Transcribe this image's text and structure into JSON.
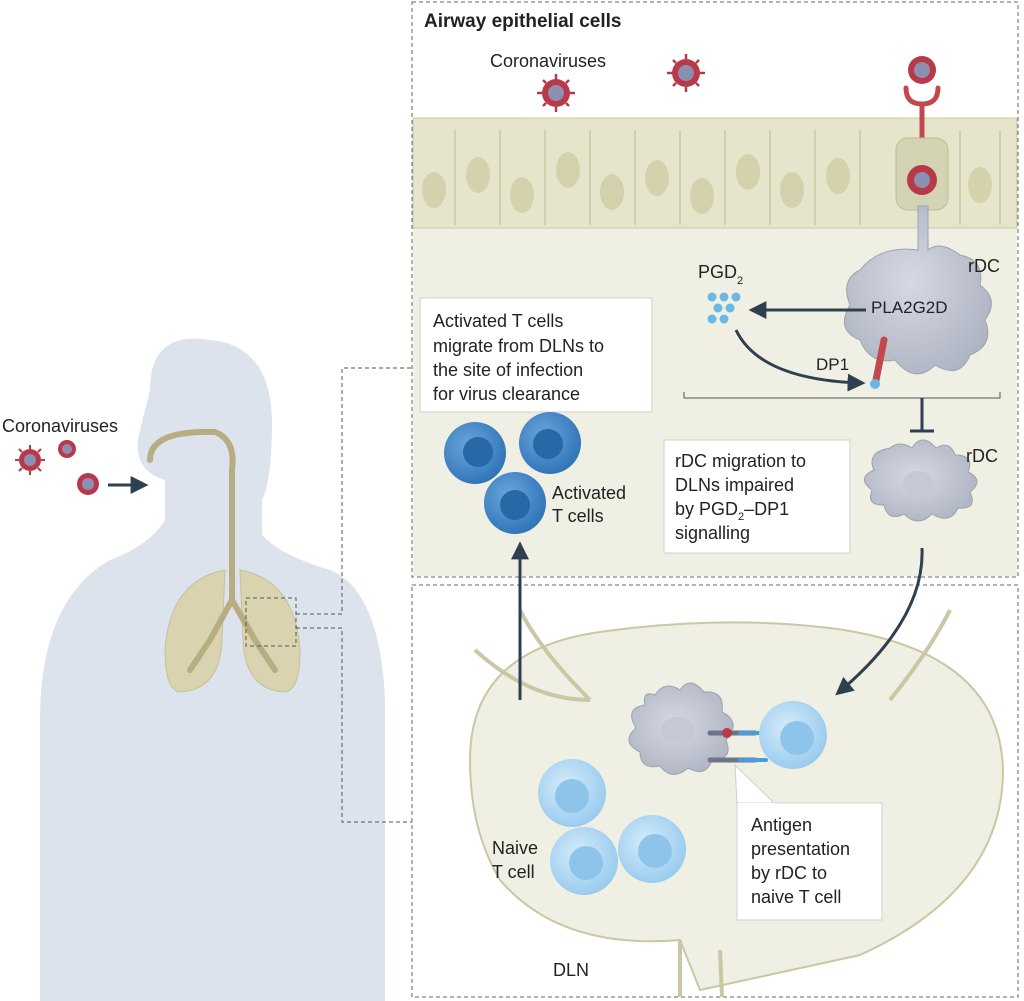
{
  "panel_title": "Airway epithelial cells",
  "labels": {
    "coronaviruses_top": "Coronaviruses",
    "coronaviruses_left": "Coronaviruses",
    "pgd2": "PGD",
    "pgd2_sub": "2",
    "pla2g2d": "PLA2G2D",
    "dp1": "DP1",
    "rdc_upper": "rDC",
    "rdc_lower": "rDC",
    "activated_t_cells": [
      "Activated",
      "T cells"
    ],
    "naive_t_cell": [
      "Naive",
      "T cell"
    ],
    "dln": "DLN"
  },
  "callouts": {
    "migration": [
      "Activated T cells",
      "migrate from DLNs to",
      "the site of infection",
      "for virus clearance"
    ],
    "impaired": {
      "line1": "rDC migration to",
      "line2": "DLNs impaired",
      "line3_pre": "by PGD",
      "line3_sub": "2",
      "line3_post": "–DP1",
      "line4": "signalling"
    },
    "antigen": [
      "Antigen",
      "presentation",
      "by rDC to",
      "naive T cell"
    ]
  },
  "colors": {
    "virus": "#b83a4a",
    "receptor": "#c2484f",
    "t_cell_activated": "#3d86c6",
    "t_cell_naive": "#a9d6f3",
    "rdc": "#b7bcc9",
    "epithelium": "#e6e5cc",
    "body_silhouette": "#dde3ec",
    "lungs": "#d9d3b0",
    "arrow": "#2e3f4f",
    "pgd2_dots": "#6bb8e6"
  }
}
